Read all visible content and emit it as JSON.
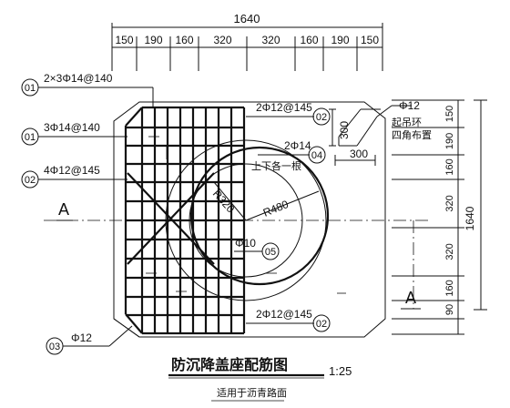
{
  "dims": {
    "total_top": "1640",
    "top_segments": [
      "150",
      "190",
      "160",
      "320",
      "320",
      "160",
      "190",
      "150"
    ],
    "total_right": "1640",
    "right_segments": [
      "150",
      "190",
      "160",
      "320",
      "320",
      "160",
      "90",
      ""
    ],
    "dim_300_vertical": "300",
    "dim_300_horizontal": "300"
  },
  "callouts": {
    "c1_mark": "01",
    "c1_text": "2×3Φ14@140",
    "c2_mark": "01",
    "c2_text": "3Φ14@140",
    "c3_mark": "02",
    "c3_text": "4Φ12@145",
    "c4_mark": "03",
    "c4_text": "Φ12",
    "c5_mark": "02",
    "c5_text": "2Φ12@145",
    "c6_mark": "04",
    "c6_text": "2Φ14",
    "c6_note": "上下各一根",
    "c7_mark": "05",
    "c7_text": "Φ10",
    "c8_mark": "02",
    "c8_text": "2Φ12@145",
    "lift_ring_text": "Φ12",
    "lift_ring_note1": "起吊环",
    "lift_ring_note2": "四角布置"
  },
  "radii": {
    "inner": "R320",
    "outer": "R480"
  },
  "section": {
    "left": "A",
    "right": "A"
  },
  "title": {
    "main": "防沉降盖座配筋图",
    "scale": "1:25",
    "sub": "适用于沥青路面"
  }
}
